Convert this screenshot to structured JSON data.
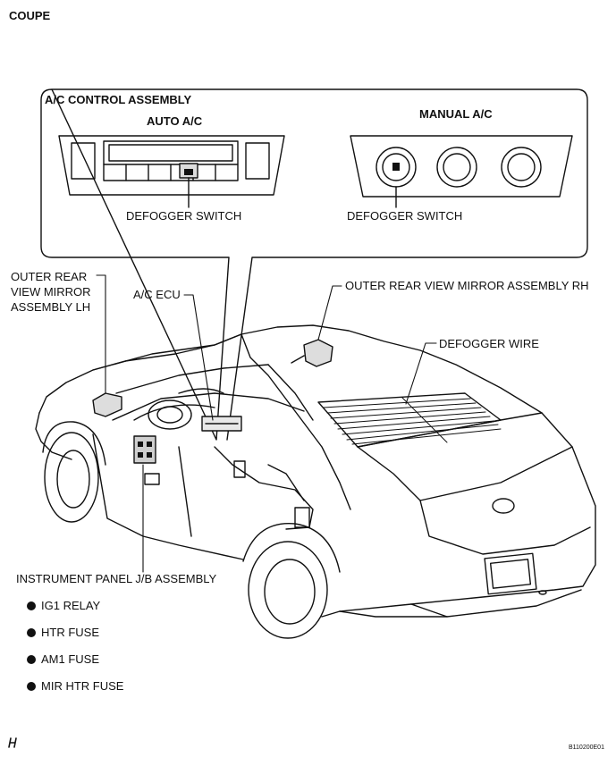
{
  "title": "COUPE",
  "panel": {
    "title": "A/C CONTROL ASSEMBLY",
    "auto_label": "AUTO A/C",
    "manual_label": "MANUAL A/C",
    "defogger_switch_auto": "DEFOGGER SWITCH",
    "defogger_switch_manual": "DEFOGGER SWITCH"
  },
  "callouts": {
    "mirror_lh_line1": "OUTER REAR",
    "mirror_lh_line2": "VIEW MIRROR",
    "mirror_lh_line3": "ASSEMBLY LH",
    "ac_ecu": "A/C ECU",
    "mirror_rh": "OUTER REAR VIEW MIRROR ASSEMBLY RH",
    "defogger_wire": "DEFOGGER WIRE",
    "jb_assembly": "INSTRUMENT PANEL J/B ASSEMBLY"
  },
  "jb_items": [
    "IG1 RELAY",
    "HTR FUSE",
    "AM1 FUSE",
    "MIR HTR FUSE"
  ],
  "footer": {
    "left_mark": "H",
    "code": "B110200E01"
  }
}
